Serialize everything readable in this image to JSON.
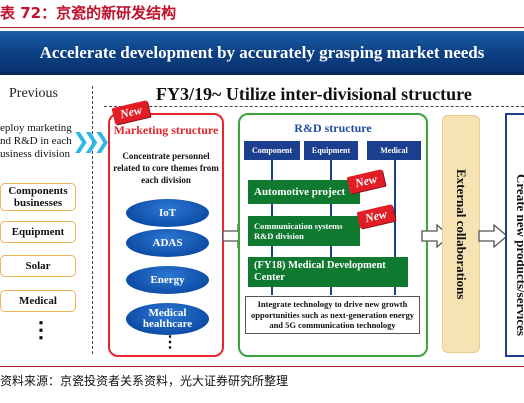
{
  "caption": "表 72：京瓷的新研发结构",
  "banner_title": "Accelerate development by accurately grasping market needs",
  "left_panel": {
    "header": "Previous",
    "description": [
      "eploy marketing",
      "nd R&D in each",
      "usiness division"
    ],
    "segments": [
      "Components businesses",
      "Equipment",
      "Solar",
      "Medical"
    ],
    "more": "⋮"
  },
  "structure_title": "FY3/19~  Utilize inter-divisional structure",
  "new_label": "New",
  "marketing": {
    "title": "Marketing structure",
    "description": "Concentrate personnel related to core themes from each division",
    "themes": [
      "IoT",
      "ADAS",
      "Energy",
      "Medical healthcare"
    ],
    "more": "⋮"
  },
  "rd": {
    "title": "R&D structure",
    "columns": [
      "Component",
      "Equipment",
      "Medical"
    ],
    "projects": [
      "Automotive project",
      "Communication systems R&D division",
      "(FY18) Medical Development Center"
    ],
    "integrate_note": "Integrate technology to drive new growth opportunities such as next-generation energy and 5G communication technology"
  },
  "external": "External collaborations",
  "create": "Create new products/services",
  "source": "资料来源：京瓷投资者关系资料，光大证券研究所整理",
  "colors": {
    "banner": "#0c3f83",
    "marketing_border": "#e5272d",
    "rd_border": "#3aa53d",
    "column_header": "#1b3e8e",
    "project_bar": "#0f7a2f",
    "chevron": "#2fb7e8",
    "external_fill": "#f6e2b2",
    "caption": "#c0122a"
  }
}
